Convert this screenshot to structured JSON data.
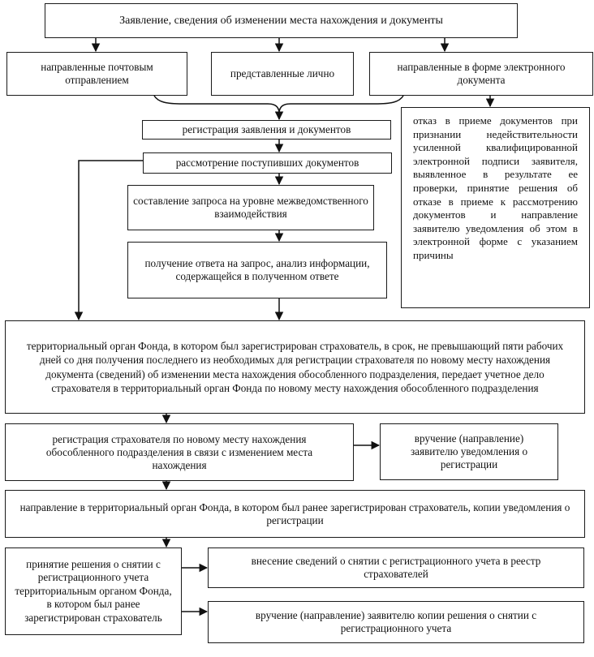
{
  "nodes": {
    "title": "Заявление, сведения об изменении места нахождения и документы",
    "by_mail": "направленные почтовым отправлением",
    "in_person": "представленные лично",
    "electronic": "направленные в форме электронного документа",
    "registration": "регистрация заявления и документов",
    "refusal": "отказ в приеме документов при признании недействительности усиленной квалифицированной электронной подписи заявителя, выявленное в результате ее проверки, принятие решения об отказе в приеме к рассмотрению документов и направление заявителю уведомления об этом в электронной форме с указанием причины",
    "review": "рассмотрение поступивших документов",
    "request": "составление запроса на уровне межведомственного взаимодействия",
    "response": "получение ответа на запрос, анализ информации, содержащейся в полученном ответе",
    "transfer": "территориальный орган Фонда, в котором был зарегистрирован страхователь, в срок, не превышающий пяти рабочих дней со дня получения последнего из необходимых для регистрации страхователя по новому месту нахождения документа (сведений) об изменении места нахождения обособленного подразделения, передает учетное дело страхователя в территориальный орган Фонда по новому месту нахождения обособленного подразделения",
    "new_registration": "регистрация страхователя по новому месту нахождения обособленного подразделения в связи с изменением места нахождения",
    "notify_registration": "вручение (направление) заявителю уведомления о регистрации",
    "send_copy": "направление в территориальный орган Фонда, в котором был ранее зарегистрирован страхователь, копии уведомления о регистрации",
    "deregistration_decision": "принятие решения о снятии с регистрационного учета территориальным органом Фонда, в котором был ранее зарегистрирован страхователь",
    "registry_entry": "внесение сведений о снятии с регистрационного учета в реестр страхователей",
    "deliver_copy": "вручение (направление) заявителю копии решения о снятии с регистрационного учета"
  }
}
